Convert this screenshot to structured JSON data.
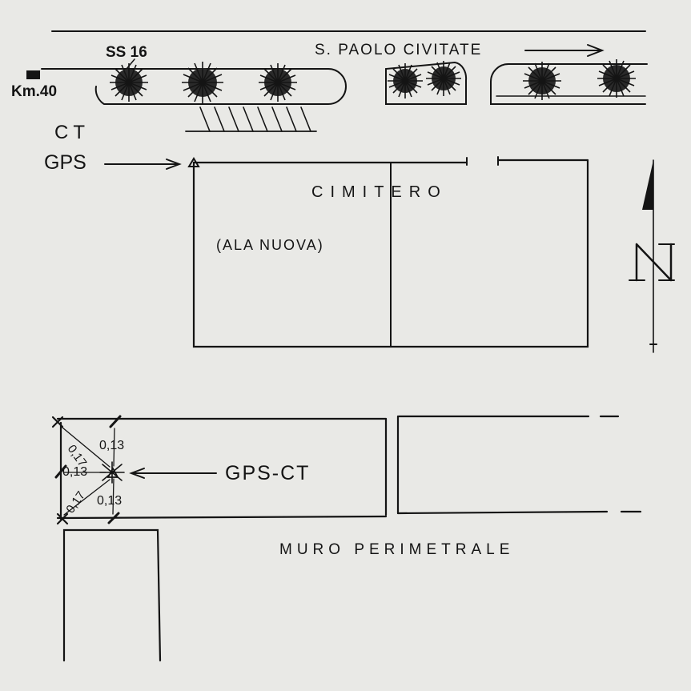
{
  "labels": {
    "road": "SS 16",
    "km": "Km.40",
    "direction": "S. PAOLO CIVITATE",
    "ct": "CT",
    "gps": "GPS",
    "cemetery": "CIMITERO",
    "new_wing": "(ALA NUOVA)",
    "gps_ct": "GPS-CT",
    "wall": "MURO PERIMETRALE",
    "north": "N"
  },
  "distances": {
    "diag_upper": "0,17",
    "top": "0,13",
    "left": "0,13",
    "diag_lower": "0,17",
    "bottom": "0,13"
  },
  "colors": {
    "ink": "#141414",
    "paper": "#e9e9e6"
  }
}
